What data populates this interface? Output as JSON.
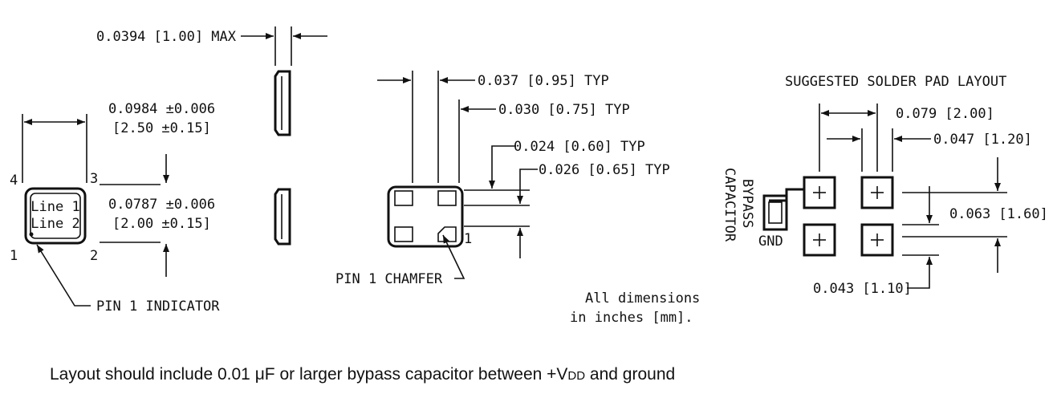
{
  "top_view": {
    "width_dim": "0.0984 ±0.006",
    "width_dim_mm": "[2.50 ±0.15]",
    "height_dim": "0.0787 ±0.006",
    "height_dim_mm": "[2.00 ±0.15]",
    "marking_line1": "Line 1",
    "marking_line2": "Line 2",
    "pin1": "1",
    "pin2": "2",
    "pin3": "3",
    "pin4": "4",
    "pin1_indicator": "PIN 1 INDICATOR"
  },
  "side_view": {
    "thickness_dim": "0.0394 [1.00] MAX"
  },
  "bottom_view": {
    "dim_pitch": "0.037 [0.95] TYP",
    "dim_pad_width": "0.030 [0.75] TYP",
    "dim_pad_height": "0.024 [0.60] TYP",
    "dim_pad_gap": "0.026 [0.65] TYP",
    "chamfer_label": "PIN 1 CHAMFER",
    "pin1": "1",
    "note_line1": "All dimensions",
    "note_line2": "in inches [mm]."
  },
  "solder_pad": {
    "title": "SUGGESTED SOLDER PAD LAYOUT",
    "dim_pitch_x": "0.079 [2.00]",
    "dim_pad_w": "0.047 [1.20]",
    "dim_pitch_y": "0.063 [1.60]",
    "dim_pad_h": "0.043 [1.10]",
    "bypass": "BYPASS",
    "capacitor": "CAPACITOR",
    "gnd": "GND"
  },
  "footer": {
    "note_prefix": "Layout should include 0.01 μF or larger bypass capacitor between +V",
    "note_sub": "DD",
    "note_suffix": " and ground"
  }
}
